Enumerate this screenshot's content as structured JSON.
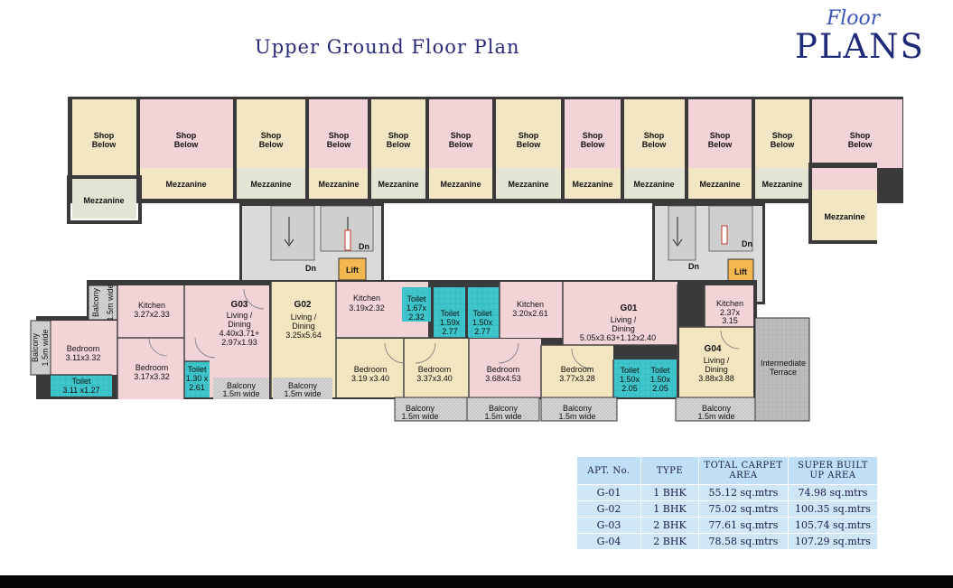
{
  "header": {
    "title": "Upper Ground Floor Plan",
    "brand_script": "Floor",
    "brand_main": "PLANS"
  },
  "shops": [
    {
      "label": "Shop Below",
      "mezz": "Mezzanine"
    },
    {
      "label": "Shop Below",
      "mezz": "Mezzanine"
    },
    {
      "label": "Shop Below",
      "mezz": "Mezzanine"
    },
    {
      "label": "Shop Below",
      "mezz": "Mezzanine"
    },
    {
      "label": "Shop Below",
      "mezz": "Mezzanine"
    },
    {
      "label": "Shop Below",
      "mezz": "Mezzanine"
    },
    {
      "label": "Shop Below",
      "mezz": "Mezzanine"
    },
    {
      "label": "Shop Below",
      "mezz": "Mezzanine"
    },
    {
      "label": "Shop Below",
      "mezz": "Mezzanine"
    },
    {
      "label": "Shop Below",
      "mezz": "Mezzanine"
    },
    {
      "label": "Shop Below",
      "mezz": "Mezzanine"
    },
    {
      "label": "Shop Below",
      "mezz": "Mezzanine"
    }
  ],
  "core": {
    "dn": "Dn",
    "lift": "Lift"
  },
  "units": {
    "g03": {
      "label": "G03",
      "kitchen": [
        "Kitchen",
        "3.27x2.33"
      ],
      "living": [
        "Living /",
        "Dining",
        "4.40x3.71+",
        "2.97x1.93"
      ],
      "bedroom1": [
        "Bedroom",
        "3.11x3.32"
      ],
      "bedroom2": [
        "Bedroom",
        "3.17x3.32"
      ],
      "toilet1": [
        "Toilet",
        "3.11 x1.27"
      ],
      "toilet2": [
        "Toilet",
        "1.30 x",
        "2.61"
      ],
      "balcony1": [
        "Balcony",
        "1.5m wide"
      ],
      "balcony_side": [
        "Balcony",
        "1.5m wide"
      ],
      "balcony_side2": [
        "Balcony",
        "1.5m wide"
      ]
    },
    "g02": {
      "label": "G02",
      "kitchen": [
        "Kitchen",
        "3.19x2.32"
      ],
      "living": [
        "Living /",
        "Dining",
        "3.25x5.64"
      ],
      "bedroom1": [
        "Bedroom",
        "3.19 x3.40"
      ],
      "bedroom2": [
        "Bedroom",
        "3.37x3.40"
      ],
      "toilet1": [
        "Toilet",
        "1.67x",
        "2.32"
      ],
      "toilet2": [
        "Toilet",
        "1.59x",
        "2.77"
      ],
      "balcony1": [
        "Balcony",
        "1.5m wide"
      ],
      "balcony2": [
        "Balcony",
        "1.5m wide"
      ]
    },
    "g01": {
      "label": "G01",
      "kitchen": [
        "Kitchen",
        "3.20x2.61"
      ],
      "living": [
        "Living /",
        "Dining",
        "5.05x3.63+1.12x2.40"
      ],
      "bedroom1": [
        "Bedroom",
        "3.68x4.53"
      ],
      "bedroom2": [
        "Bedroom",
        "3.77x3.28"
      ],
      "toilet1": [
        "Toilet",
        "1.50x",
        "2.77"
      ],
      "toilet2": [
        "Toilet",
        "1.50x",
        "2.05"
      ],
      "balcony1": [
        "Balcony",
        "1.5m wide"
      ],
      "balcony2": [
        "Balcony",
        "1.5m wide"
      ]
    },
    "g04": {
      "label": "G04",
      "kitchen": [
        "Kitchen",
        "2.37x",
        "3.15"
      ],
      "living": [
        "Living /",
        "Dining",
        "3.88x3.88"
      ],
      "toilet1": [
        "Toilet",
        "1.50x",
        "2.05"
      ],
      "balcony1": [
        "Balcony",
        "1.5m wide"
      ],
      "terrace": [
        "Intermediate",
        "Terrace"
      ]
    }
  },
  "area_table": {
    "headers": [
      "APT. No.",
      "TYPE",
      "TOTAL CARPET AREA",
      "SUPER BUILT UP AREA"
    ],
    "header_lines": [
      [
        "APT. No."
      ],
      [
        "TYPE"
      ],
      [
        "TOTAL CARPET",
        "AREA"
      ],
      [
        "SUPER BUILT",
        "UP AREA"
      ]
    ],
    "rows": [
      [
        "G-01",
        "1 BHK",
        "55.12 sq.mtrs",
        "74.98 sq.mtrs"
      ],
      [
        "G-02",
        "1 BHK",
        "75.02 sq.mtrs",
        "100.35 sq.mtrs"
      ],
      [
        "G-03",
        "2 BHK",
        "77.61 sq.mtrs",
        "105.74 sq.mtrs"
      ],
      [
        "G-04",
        "2 BHK",
        "78.58 sq.mtrs",
        "107.29 sq.mtrs"
      ]
    ]
  },
  "colors": {
    "shop_pink": "#f3d4d6",
    "shop_beige": "#f2e6c4",
    "mezzanine": "#ece3c6",
    "mezzanine_grey": "#e4e4d4",
    "core_grey": "#d9d9d9",
    "lift": "#f2b84f",
    "toilet": "#40c8cf",
    "living_pink": "#f3cdd0",
    "living_beige": "#f4e5c1",
    "balcony": "#d8d8d8",
    "wall": "#333333",
    "title": "#2a2a7a"
  }
}
